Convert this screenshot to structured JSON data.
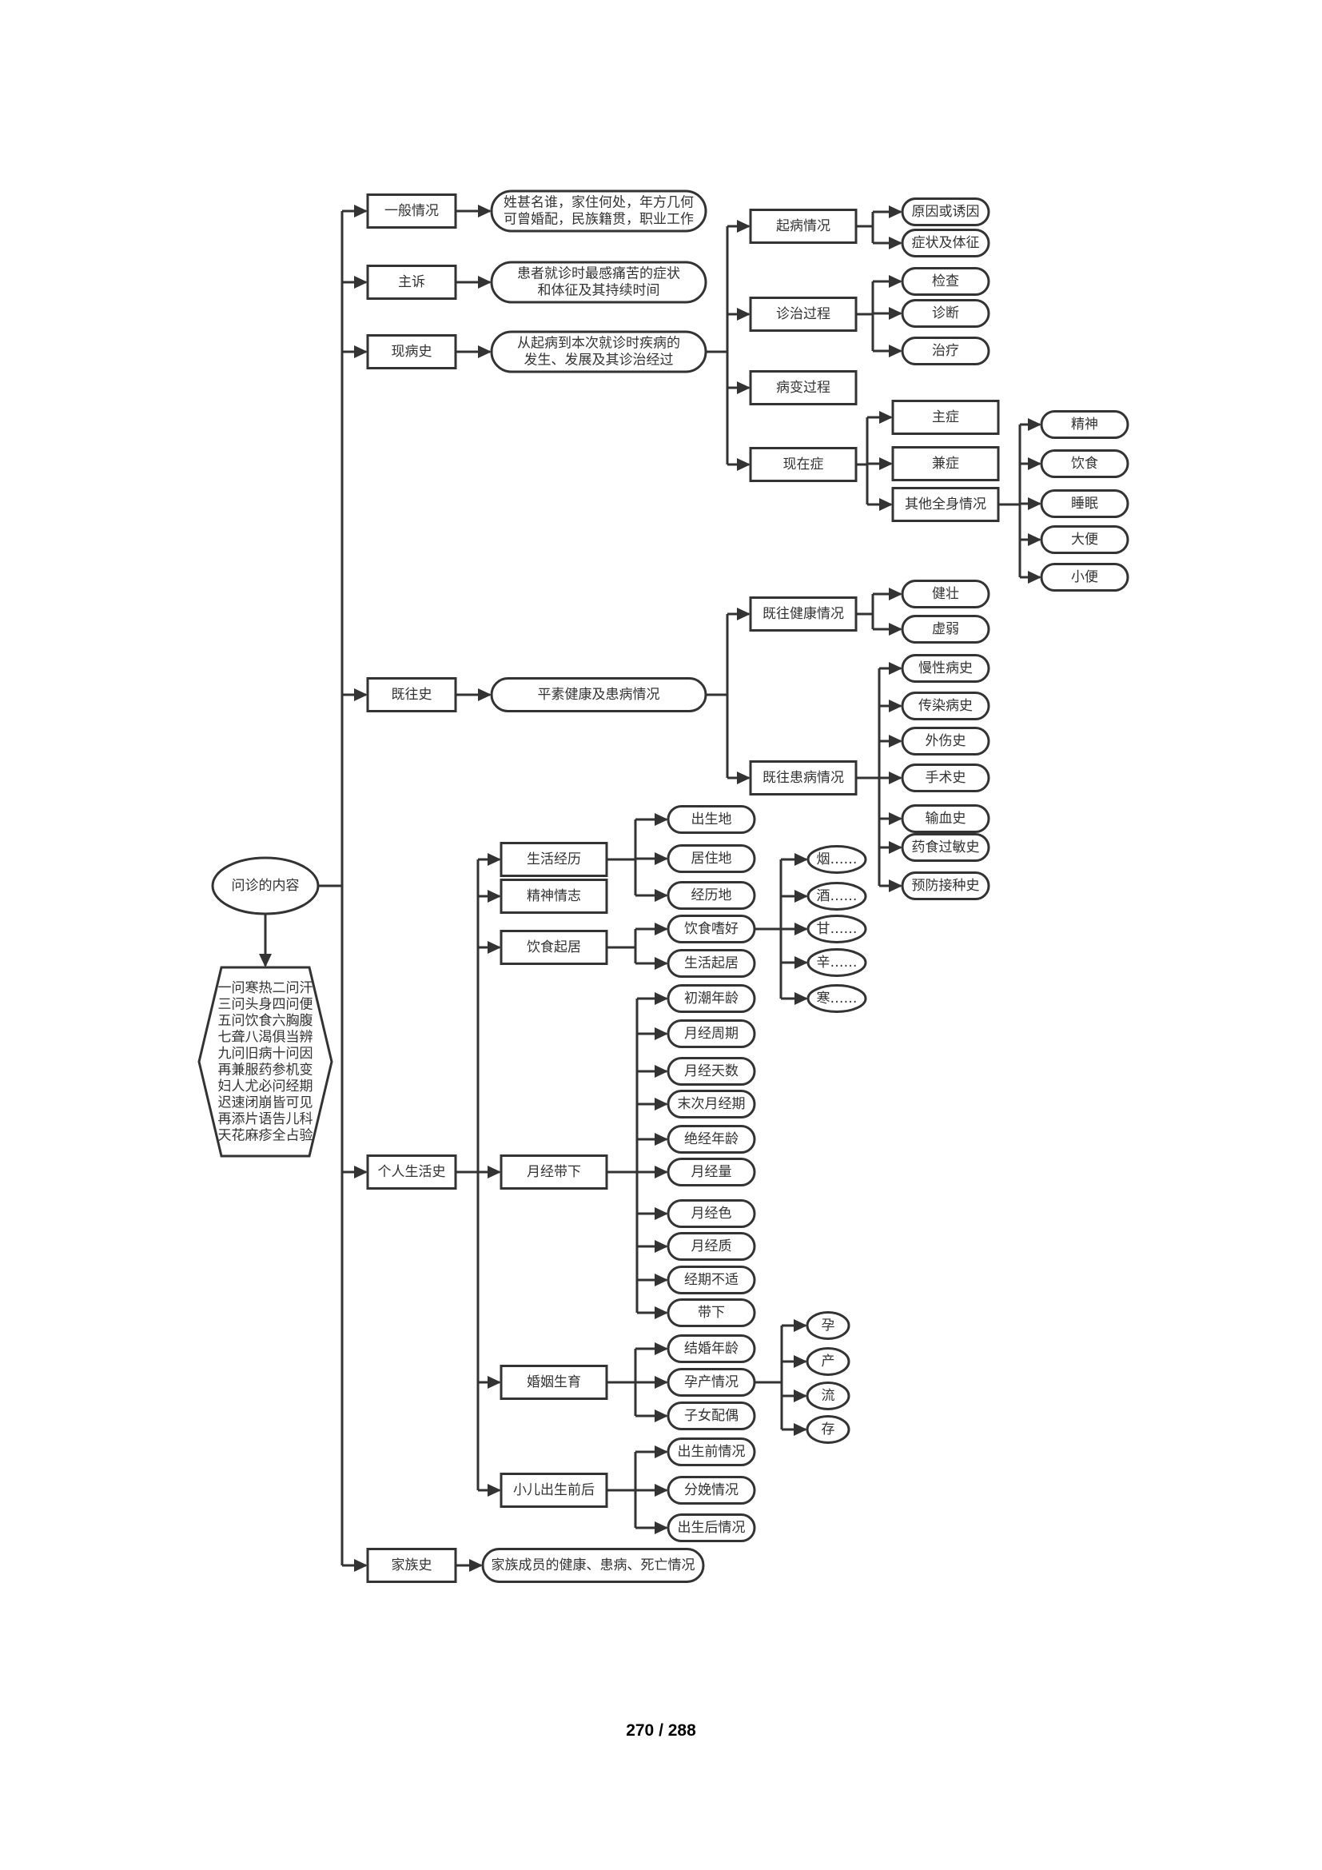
{
  "diagram": {
    "title": "问诊的内容",
    "mnemonic": [
      "一问寒热二问汗",
      "三问头身四问便",
      "五问饮食六胸腹",
      "七聋八渴俱当辨",
      "九问旧病十问因",
      "再兼服药参机变",
      "妇人尤必问经期",
      "迟速闭崩皆可见",
      "再添片语告儿科",
      "天花麻疹全占验"
    ],
    "branches": {
      "general": {
        "label": "一般情况",
        "desc": [
          "姓甚名谁，家住何处，年方几何",
          "可曾婚配，民族籍贯，职业工作"
        ]
      },
      "chief": {
        "label": "主诉",
        "desc": [
          "患者就诊时最感痛苦的症状",
          "和体征及其持续时间"
        ]
      },
      "present": {
        "label": "现病史",
        "desc": [
          "从起病到本次就诊时疾病的",
          "发生、发展及其诊治经过"
        ],
        "onset": {
          "label": "起病情况",
          "children": [
            "原因或诱因",
            "症状及体征"
          ]
        },
        "treatment": {
          "label": "诊治过程",
          "children": [
            "检查",
            "诊断",
            "治疗"
          ]
        },
        "course": {
          "label": "病变过程"
        },
        "current": {
          "label": "现在症",
          "main": "主症",
          "accompany": "兼症",
          "other": {
            "label": "其他全身情况",
            "children": [
              "精神",
              "饮食",
              "睡眠",
              "大便",
              "小便"
            ]
          }
        }
      },
      "past": {
        "label": "既往史",
        "desc": "平素健康及患病情况",
        "health": {
          "label": "既往健康情况",
          "children": [
            "健壮",
            "虚弱"
          ]
        },
        "illness": {
          "label": "既往患病情况",
          "children": [
            "慢性病史",
            "传染病史",
            "外伤史",
            "手术史",
            "输血史",
            "药食过敏史",
            "预防接种史"
          ]
        }
      },
      "personal": {
        "label": "个人生活史",
        "life": {
          "label": "生活经历",
          "children": [
            "出生地",
            "居住地",
            "经历地"
          ]
        },
        "mood": {
          "label": "精神情志"
        },
        "diet": {
          "label": "饮食起居",
          "habits": {
            "label": "饮食嗜好",
            "children": [
              "烟……",
              "酒……",
              "甘……",
              "辛……",
              "寒……"
            ]
          },
          "routine": "生活起居"
        },
        "menses": {
          "label": "月经带下",
          "children": [
            "初潮年龄",
            "月经周期",
            "月经天数",
            "末次月经期",
            "绝经年龄",
            "月经量",
            "月经色",
            "月经质",
            "经期不适",
            "带下"
          ]
        },
        "marriage": {
          "label": "婚姻生育",
          "age": "结婚年龄",
          "pregnancy": {
            "label": "孕产情况",
            "children": [
              "孕",
              "产",
              "流",
              "存"
            ]
          },
          "spouse": "子女配偶"
        },
        "infant": {
          "label": "小儿出生前后",
          "children": [
            "出生前情况",
            "分娩情况",
            "出生后情况"
          ]
        }
      },
      "family": {
        "label": "家族史",
        "desc": "家族成员的健康、患病、死亡情况"
      }
    }
  },
  "footer": {
    "page_number": "270 / 288"
  }
}
